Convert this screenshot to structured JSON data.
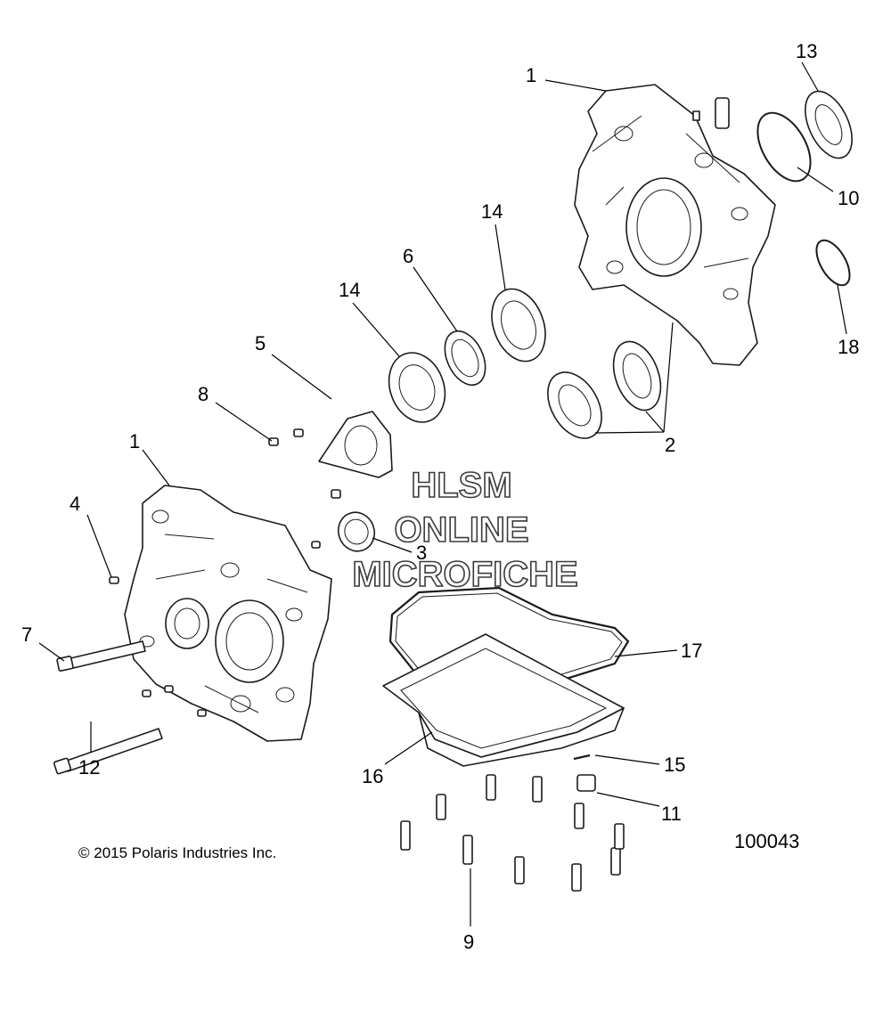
{
  "callouts": [
    "1",
    "1",
    "2",
    "3",
    "4",
    "5",
    "6",
    "7",
    "8",
    "9",
    "10",
    "11",
    "12",
    "13",
    "14",
    "14",
    "15",
    "16",
    "17",
    "18"
  ],
  "watermark": {
    "line1": "HLSM",
    "line2": "ONLINE",
    "line3": "MICROFICHE"
  },
  "copyright": "© 2015 Polaris Industries Inc.",
  "figure_id": "100043"
}
